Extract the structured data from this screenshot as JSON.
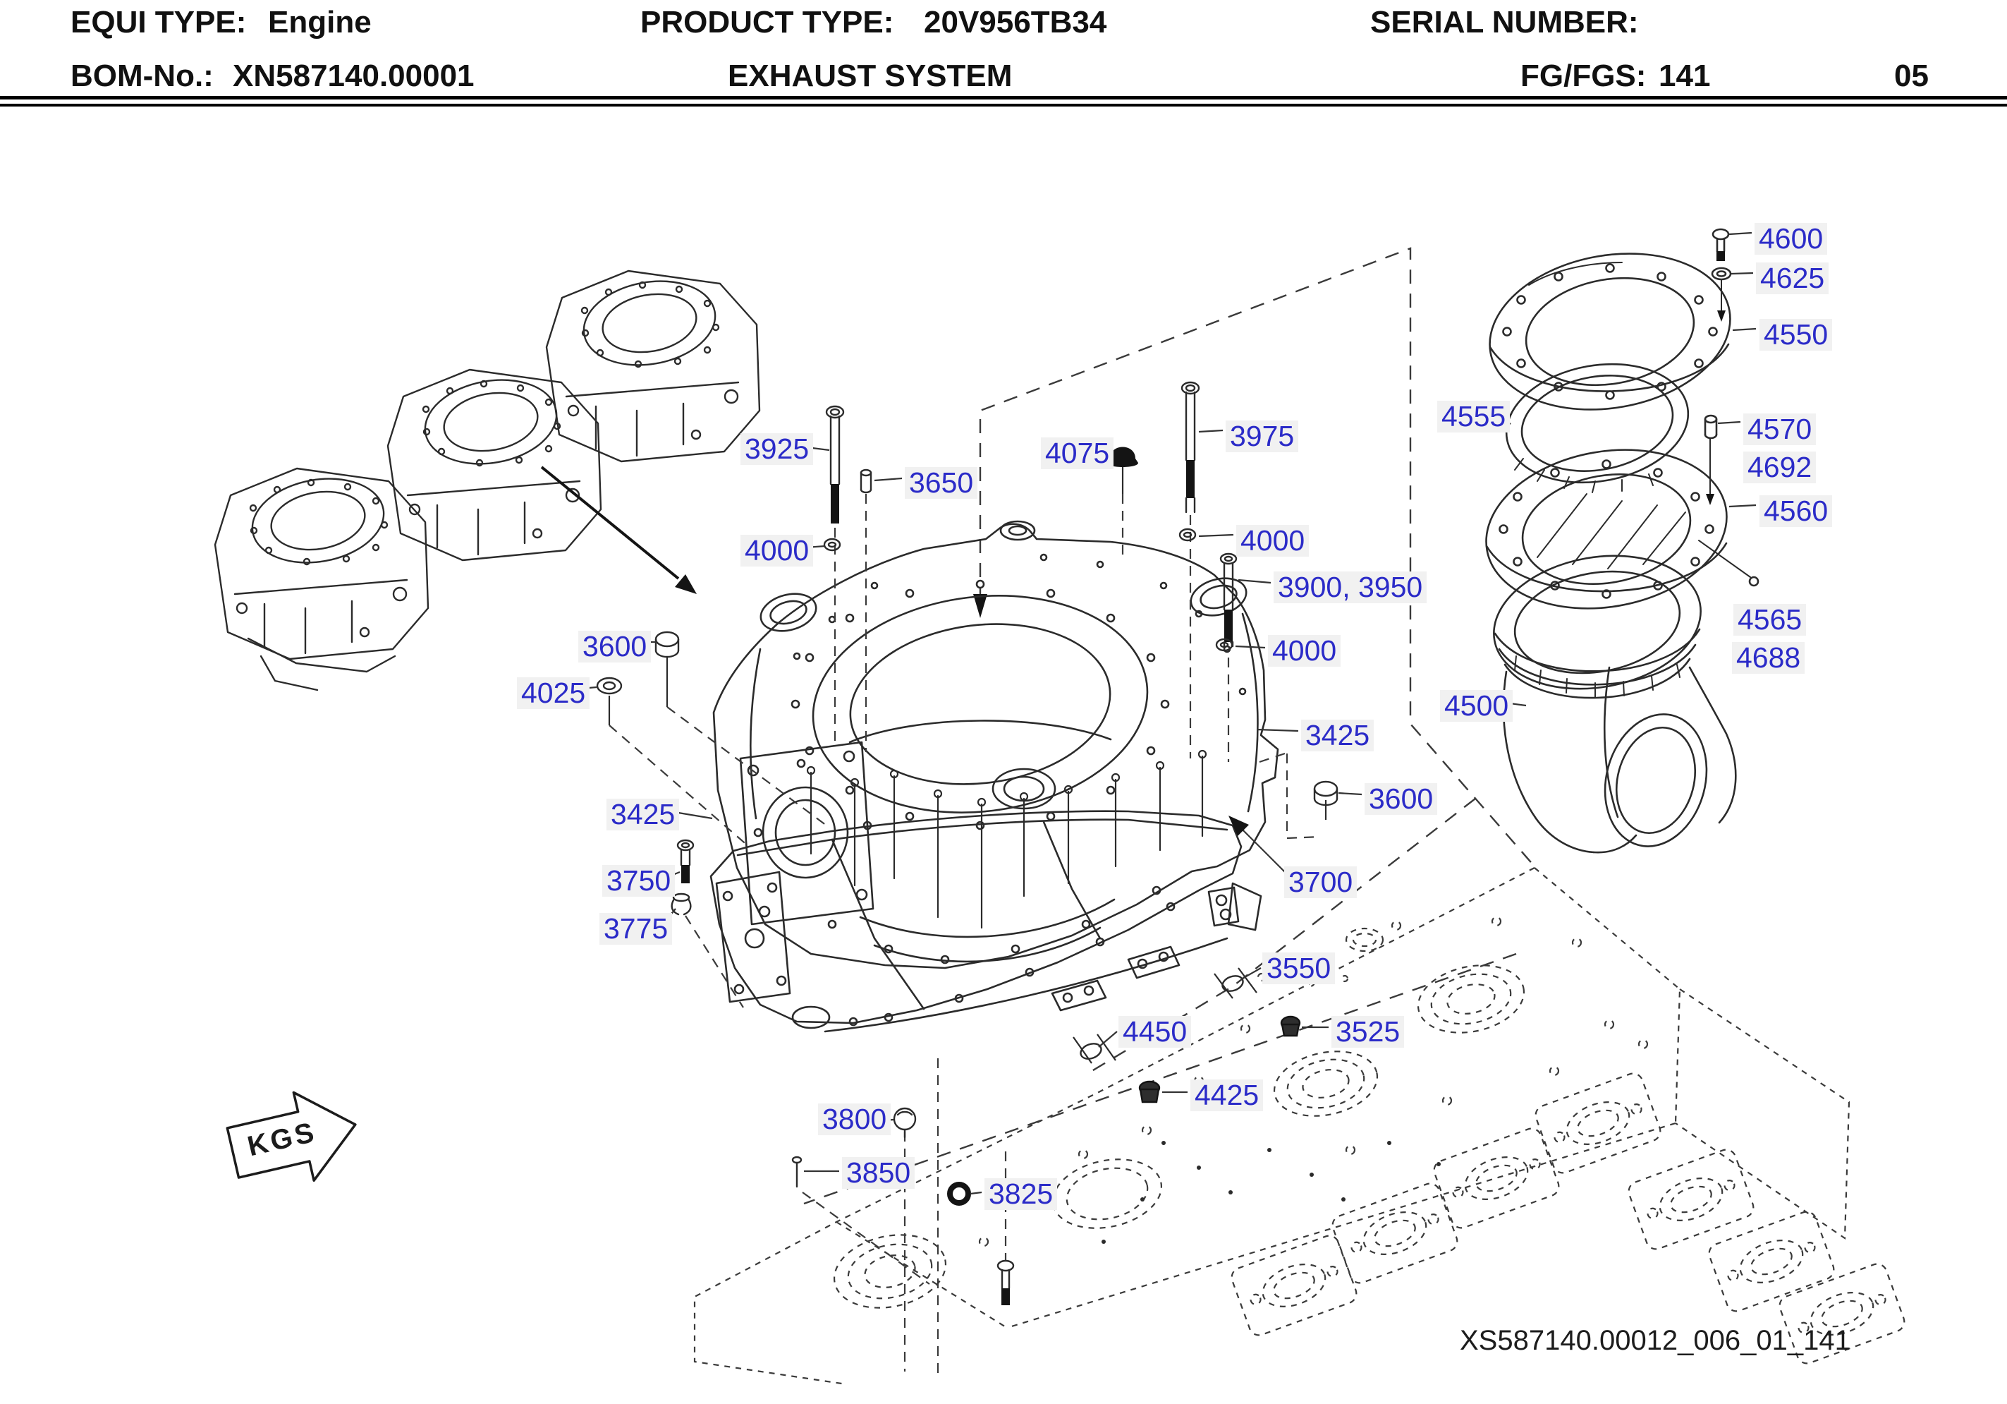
{
  "header": {
    "equi_type_label": "EQUI TYPE:",
    "equi_type_value": "Engine",
    "product_type_label": "PRODUCT TYPE:",
    "product_type_value": "20V956TB34",
    "serial_number_label": "SERIAL NUMBER:",
    "bom_no_label": "BOM-No.:",
    "bom_no_value": "XN587140.00001",
    "system_title": "EXHAUST SYSTEM",
    "fg_fgs_label": "FG/FGS:",
    "fg_fgs_value": "141",
    "sheet_number": "05"
  },
  "diagram": {
    "drawing_id": "XS587140.00012_006_01_141",
    "kgs_label": "KGS",
    "callout_color": "#2b2bc8",
    "callouts": {
      "3925": "3925",
      "3650": "3650",
      "4075": "4075",
      "3975": "3975",
      "4000": "4000",
      "3900_3950": "3900, 3950",
      "3600": "3600",
      "4025": "4025",
      "3425": "3425",
      "3750": "3750",
      "3775": "3775",
      "3700": "3700",
      "3550": "3550",
      "3525": "3525",
      "4450": "4450",
      "4425": "4425",
      "3800": "3800",
      "3850": "3850",
      "3825": "3825",
      "4600": "4600",
      "4625": "4625",
      "4550": "4550",
      "4555": "4555",
      "4570": "4570",
      "4692": "4692",
      "4560": "4560",
      "4565": "4565",
      "4688": "4688",
      "4500": "4500"
    }
  }
}
